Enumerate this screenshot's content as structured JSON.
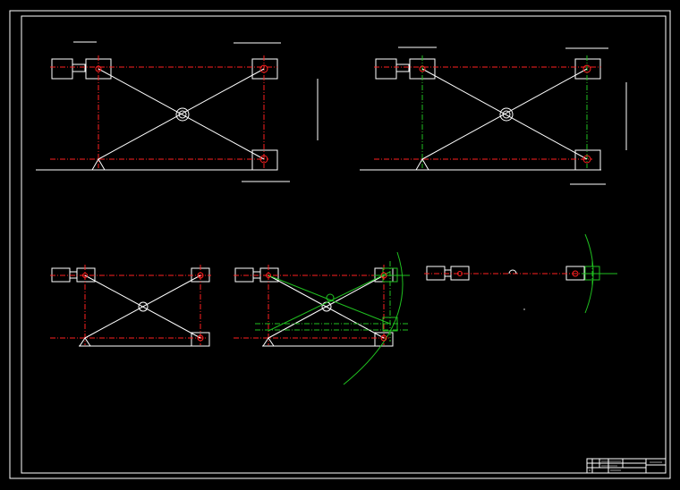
{
  "title_block": {
    "cells": [
      "",
      "",
      "",
      "",
      "",
      ""
    ]
  },
  "colors": {
    "background": "#000000",
    "linework": "#ffffff",
    "centerline": "#ff2020",
    "construction": "#20c020"
  },
  "views": [
    {
      "id": "view-1",
      "note": ""
    },
    {
      "id": "view-2",
      "note": ""
    },
    {
      "id": "view-3",
      "note": ""
    },
    {
      "id": "view-4",
      "note": ""
    },
    {
      "id": "view-5",
      "note": ""
    }
  ]
}
